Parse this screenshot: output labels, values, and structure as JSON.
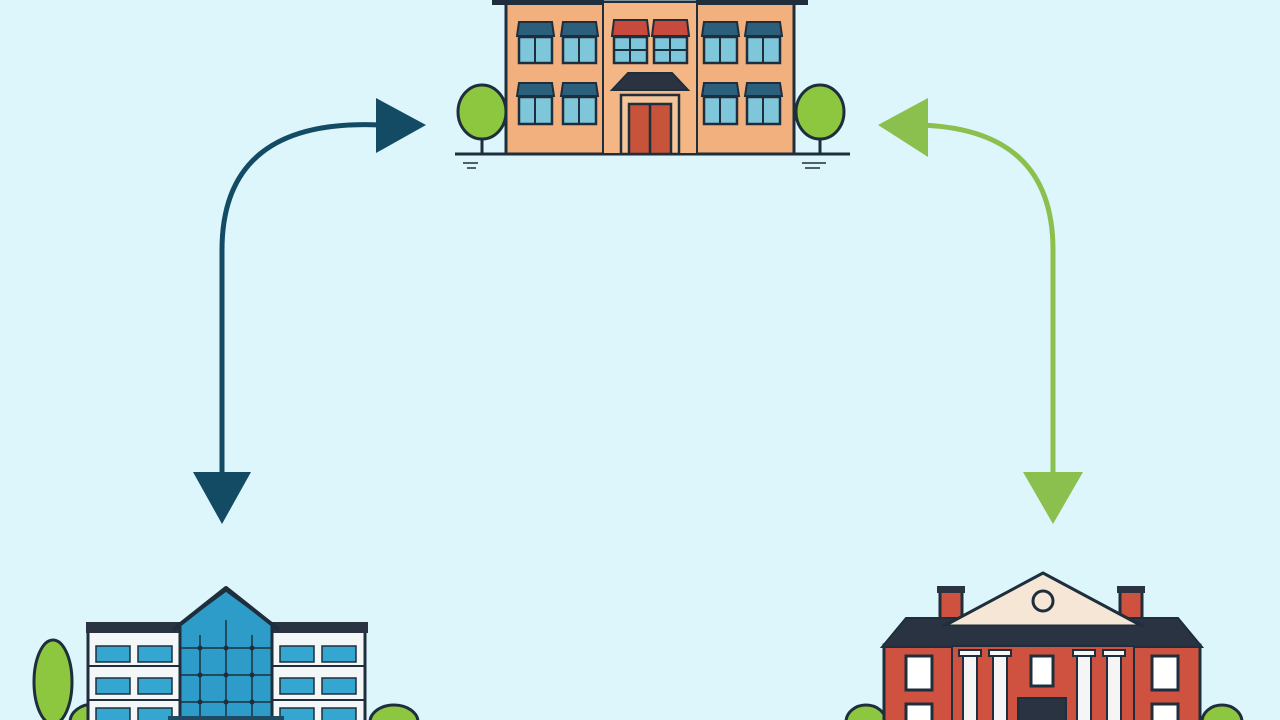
{
  "colors": {
    "background": "#DDF6FB",
    "arrow_dark": "#134A64",
    "arrow_green": "#8CC04E",
    "outline": "#1E2E3C",
    "tree_green": "#8DC63F",
    "school_wall": "#F2B07E",
    "school_window": "#7EC6DA",
    "school_awning_dark": "#2B5F7C",
    "school_awning_red": "#C84A3C",
    "school_door": "#C6533A",
    "modern_wall": "#F4F7F7",
    "modern_tower": "#2E9CC9",
    "modern_window": "#35A6CF",
    "hall_brick": "#CF5241",
    "hall_roof": "#2A3342",
    "hall_pediment": "#F6E6D6",
    "hall_column": "#F5F5F5"
  },
  "nodes": [
    {
      "id": "top",
      "icon": "brick-school-building-icon"
    },
    {
      "id": "bottom-left",
      "icon": "modern-glass-building-icon"
    },
    {
      "id": "bottom-right",
      "icon": "columned-brick-hall-icon"
    }
  ],
  "edges": [
    {
      "from": "top",
      "to": "bottom-left",
      "direction": "bidirectional",
      "color": "#134A64"
    },
    {
      "from": "top",
      "to": "bottom-right",
      "direction": "bidirectional",
      "color": "#8CC04E"
    }
  ]
}
